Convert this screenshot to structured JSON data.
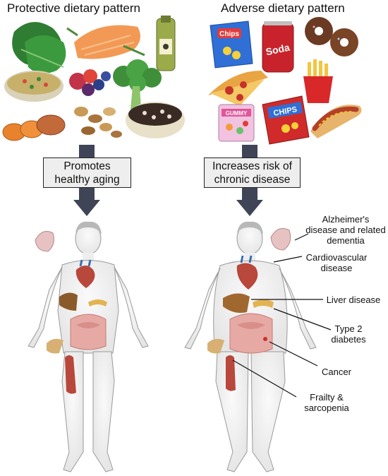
{
  "panels": {
    "left": {
      "title": "Protective dietary pattern",
      "box": "Promotes healthy aging"
    },
    "right": {
      "title": "Adverse dietary pattern",
      "box": "Increases risk of chronic disease"
    }
  },
  "food_packaging": {
    "chips_bag_small": "Chips",
    "soda_can": "Soda",
    "gummy_bag": "GUMMY",
    "chips_bag_large": "CHIPS"
  },
  "outcomes": [
    {
      "id": "alzheimers",
      "lines": [
        "Alzheimer's",
        "disease and related",
        "dementia"
      ]
    },
    {
      "id": "cardiovascular",
      "lines": [
        "Cardiovascular",
        "disease"
      ]
    },
    {
      "id": "liver",
      "lines": [
        "Liver disease"
      ]
    },
    {
      "id": "diabetes",
      "lines": [
        "Type 2",
        "diabetes"
      ]
    },
    {
      "id": "cancer",
      "lines": [
        "Cancer"
      ]
    },
    {
      "id": "frailty",
      "lines": [
        "Frailty &",
        "sarcopenia"
      ]
    }
  ],
  "colors": {
    "arrow": "#3f4556",
    "box_fill": "#eeeeee",
    "body_skin": "#f3f3f3",
    "organ_red": "#b8473c",
    "liver_brown": "#8a5a2b"
  }
}
